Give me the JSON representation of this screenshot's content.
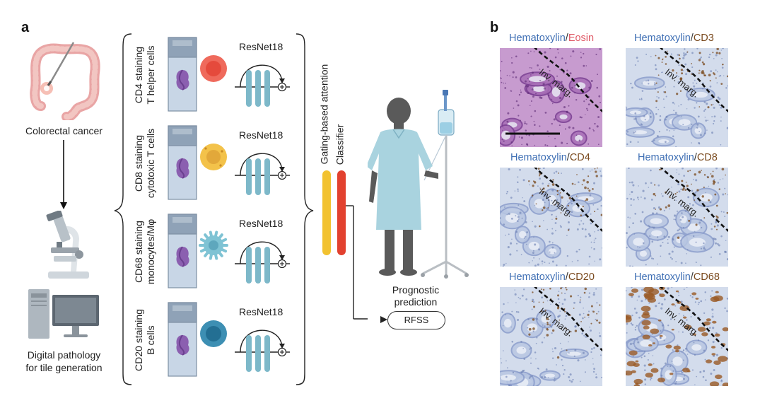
{
  "panel_a": {
    "letter": "a",
    "colorectal_label": "Colorectal cancer",
    "pathology_label_line1": "Digital pathology",
    "pathology_label_line2": "for tile generation",
    "rows": [
      {
        "stain_line1": "CD4 staining",
        "stain_line2": "T helper cells",
        "net": "ResNet18",
        "cell_color": "#ef6a5c"
      },
      {
        "stain_line1": "CD8 staining",
        "stain_line2": "cytotoxic T cells",
        "net": "ResNet18",
        "cell_color": "#f3c24a"
      },
      {
        "stain_line1": "CD68 staining",
        "stain_line2": "monocytes/Mφ",
        "net": "ResNet18",
        "cell_color": "#7fc3d4"
      },
      {
        "stain_line1": "CD20 staining",
        "stain_line2": "B cells",
        "net": "ResNet18",
        "cell_color": "#3d8fb3"
      }
    ],
    "attention_label": "Gating-based attention",
    "classifier_label": "Classifier",
    "prediction_line1": "Prognostic",
    "prediction_line2": "prediction",
    "rfss_label": "RFSS"
  },
  "panel_b": {
    "letter": "b",
    "tiles": [
      {
        "stain": "Hematoxylin",
        "sep": "/",
        "marker": "Eosin",
        "marker_color": "#e05a67",
        "type": "he",
        "annotation": "Inv. marg."
      },
      {
        "stain": "Hematoxylin",
        "sep": "/",
        "marker": "CD3",
        "marker_color": "#7a4a1e",
        "type": "light",
        "annotation": "Inv. marg."
      },
      {
        "stain": "Hematoxylin",
        "sep": "/",
        "marker": "CD4",
        "marker_color": "#7a4a1e",
        "type": "light",
        "annotation": "Inv. marg."
      },
      {
        "stain": "Hematoxylin",
        "sep": "/",
        "marker": "CD8",
        "marker_color": "#7a4a1e",
        "type": "light",
        "annotation": "Inv. marg."
      },
      {
        "stain": "Hematoxylin",
        "sep": "/",
        "marker": "CD20",
        "marker_color": "#7a4a1e",
        "type": "light",
        "annotation": "Inv. marg."
      },
      {
        "stain": "Hematoxylin",
        "sep": "/",
        "marker": "CD68",
        "marker_color": "#7a4a1e",
        "type": "heavy",
        "annotation": "Inv. marg."
      }
    ]
  },
  "colors": {
    "slide_blue": "#c8d6e6",
    "tissue_purple": "#8b5fb0",
    "network_teal": "#7db8c9",
    "attention_yellow": "#f2c230",
    "classifier_red": "#e2412f",
    "gown": "#a9d3df",
    "patient_skin": "#5a5a5a"
  }
}
